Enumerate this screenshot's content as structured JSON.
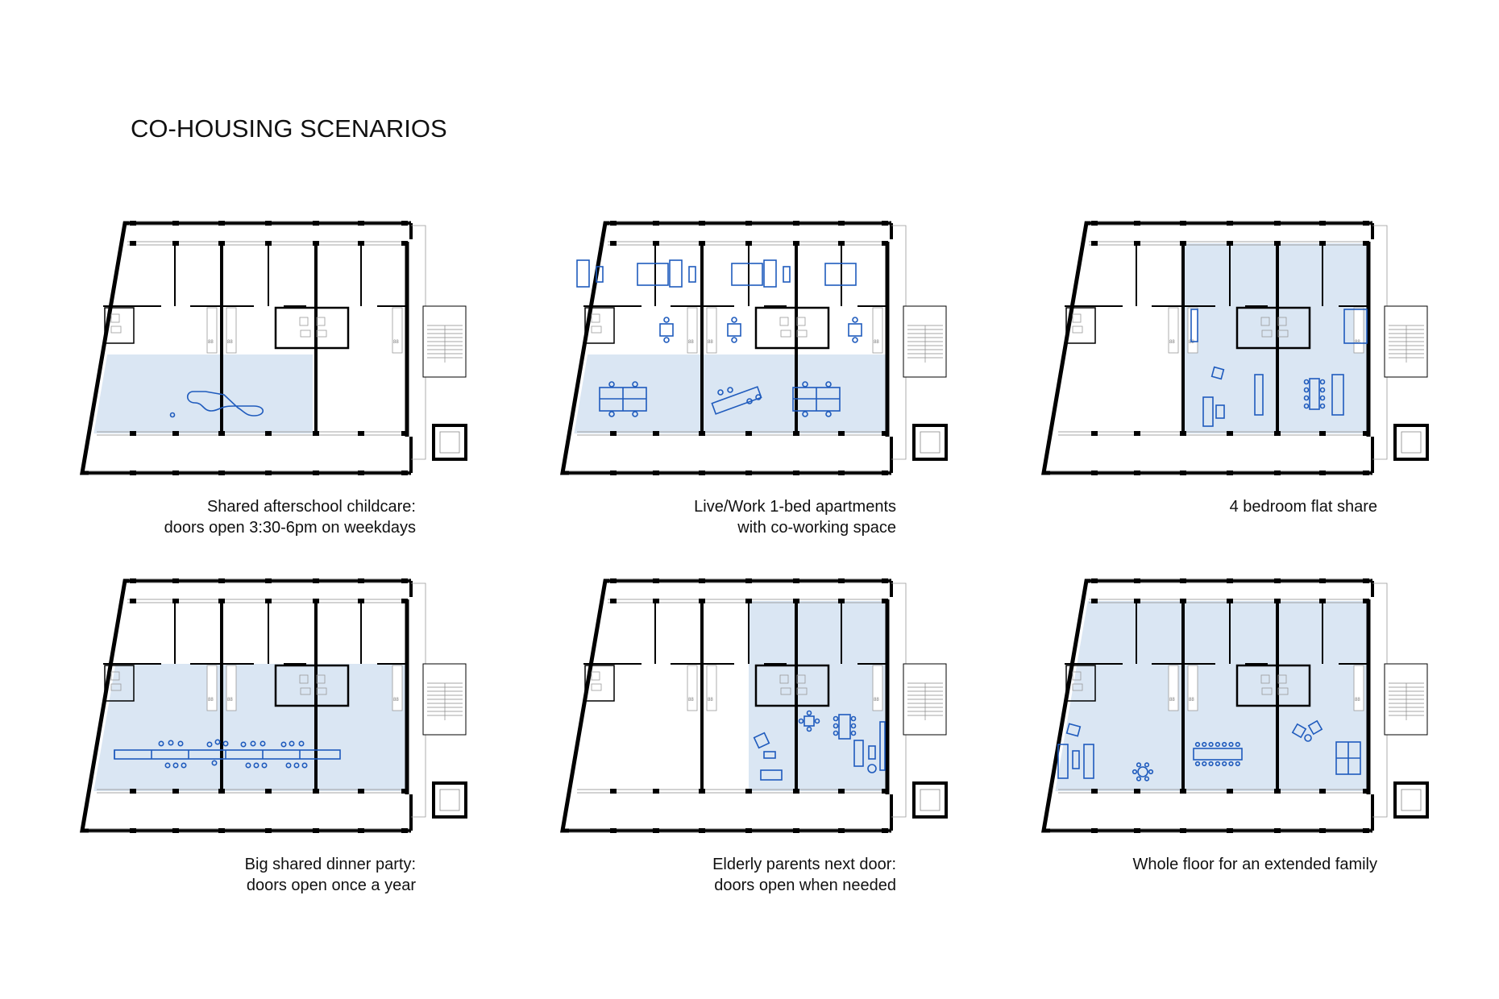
{
  "title": "CO-HOUSING SCENARIOS",
  "colors": {
    "shared_area": "#dae6f3",
    "furniture": "#1f5bbd",
    "walls": "#000000"
  },
  "scenarios": [
    {
      "caption": [
        "Shared afterschool childcare:",
        "doors open 3:30-6pm on weekdays"
      ],
      "shared_zone": "lower-left"
    },
    {
      "caption": [
        "Live/Work 1-bed apartments",
        "with co-working space"
      ],
      "shared_zone": "lower-band"
    },
    {
      "caption": [
        "4 bedroom flat share"
      ],
      "shared_zone": "right-two-units"
    },
    {
      "caption": [
        "Big shared dinner party:",
        "doors open once a year"
      ],
      "shared_zone": "middle-lower-band"
    },
    {
      "caption": [
        "Elderly parents next door:",
        "doors open when needed"
      ],
      "shared_zone": "right-unit-and-half"
    },
    {
      "caption": [
        "Whole floor for an extended family"
      ],
      "shared_zone": "whole-floor"
    }
  ]
}
